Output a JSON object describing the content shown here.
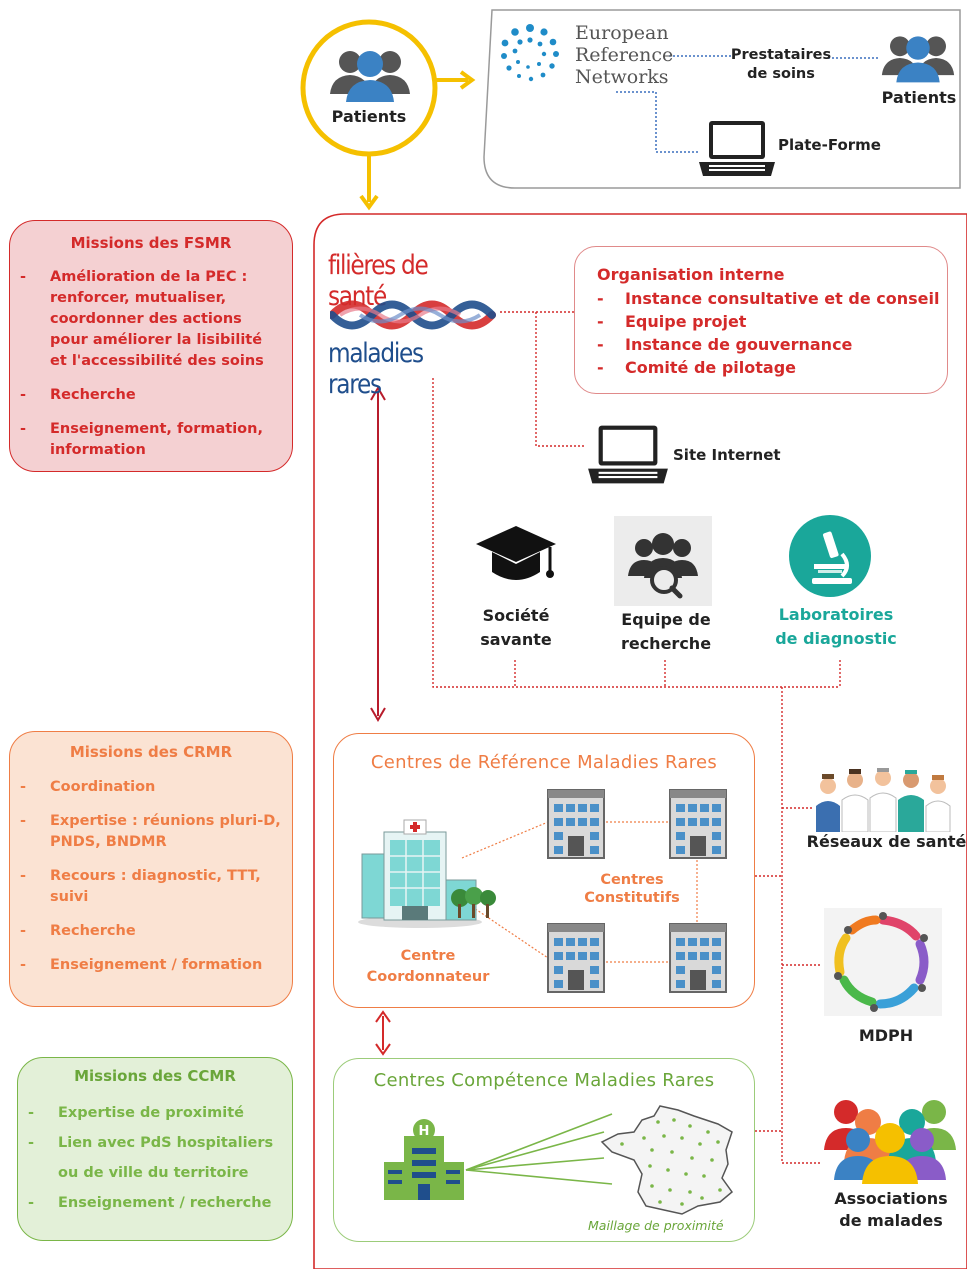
{
  "top": {
    "patients_main": "Patients",
    "ern_line1": "European",
    "ern_line2": "Reference",
    "ern_line3": "Networks",
    "prestataires_line1": "Prestataires",
    "prestataires_line2": "de soins",
    "patients_right": "Patients",
    "plateforme": "Plate-Forme"
  },
  "fsmr": {
    "title": "Missions des FSMR",
    "items": [
      "Amélioration de la PEC : renforcer, mutualiser, coordonner des actions pour améliorer la lisibilité et l'accessibilité des soins",
      "Recherche",
      "Enseignement, formation, information"
    ]
  },
  "crmr": {
    "title": "Missions des CRMR",
    "items": [
      "Coordination",
      "Expertise : réunions pluri-D, PNDS, BNDMR",
      "Recours : diagnostic, TTT, suivi",
      "Recherche",
      "Enseignement / formation"
    ]
  },
  "ccmr": {
    "title": "Missions des CCMR",
    "items": [
      "Expertise de proximité",
      "Lien avec PdS hospitaliers ou de ville du territoire",
      "Enseignement / recherche"
    ]
  },
  "logo": {
    "line1": "filières de santé",
    "line2": "maladies rares"
  },
  "organisation": {
    "title": "Organisation interne",
    "items": [
      "Instance consultative et de conseil",
      "Equipe projet",
      "Instance de gouvernance",
      "Comité de pilotage"
    ]
  },
  "site_internet": "Site Internet",
  "societe_line1": "Société",
  "societe_line2": "savante",
  "equipe_line1": "Equipe de",
  "equipe_line2": "recherche",
  "labo_line1": "Laboratoires",
  "labo_line2": "de diagnostic",
  "crmr_box": {
    "title": "Centres de Référence Maladies Rares",
    "coord_line1": "Centre",
    "coord_line2": "Coordonnateur",
    "const_line1": "Centres",
    "const_line2": "Constitutifs"
  },
  "ccmr_box": {
    "title": "Centres Compétence Maladies Rares",
    "maillage": "Maillage de proximité"
  },
  "right": {
    "reseaux": "Réseaux de santé",
    "mdph": "MDPH",
    "assoc_line1": "Associations",
    "assoc_line2": "de malades"
  },
  "colors": {
    "red": "#d42a2a",
    "orange": "#ef7d45",
    "green": "#7ab648",
    "yellow": "#f5c000",
    "blue": "#1f4e8c",
    "teal": "#1aa79a"
  }
}
